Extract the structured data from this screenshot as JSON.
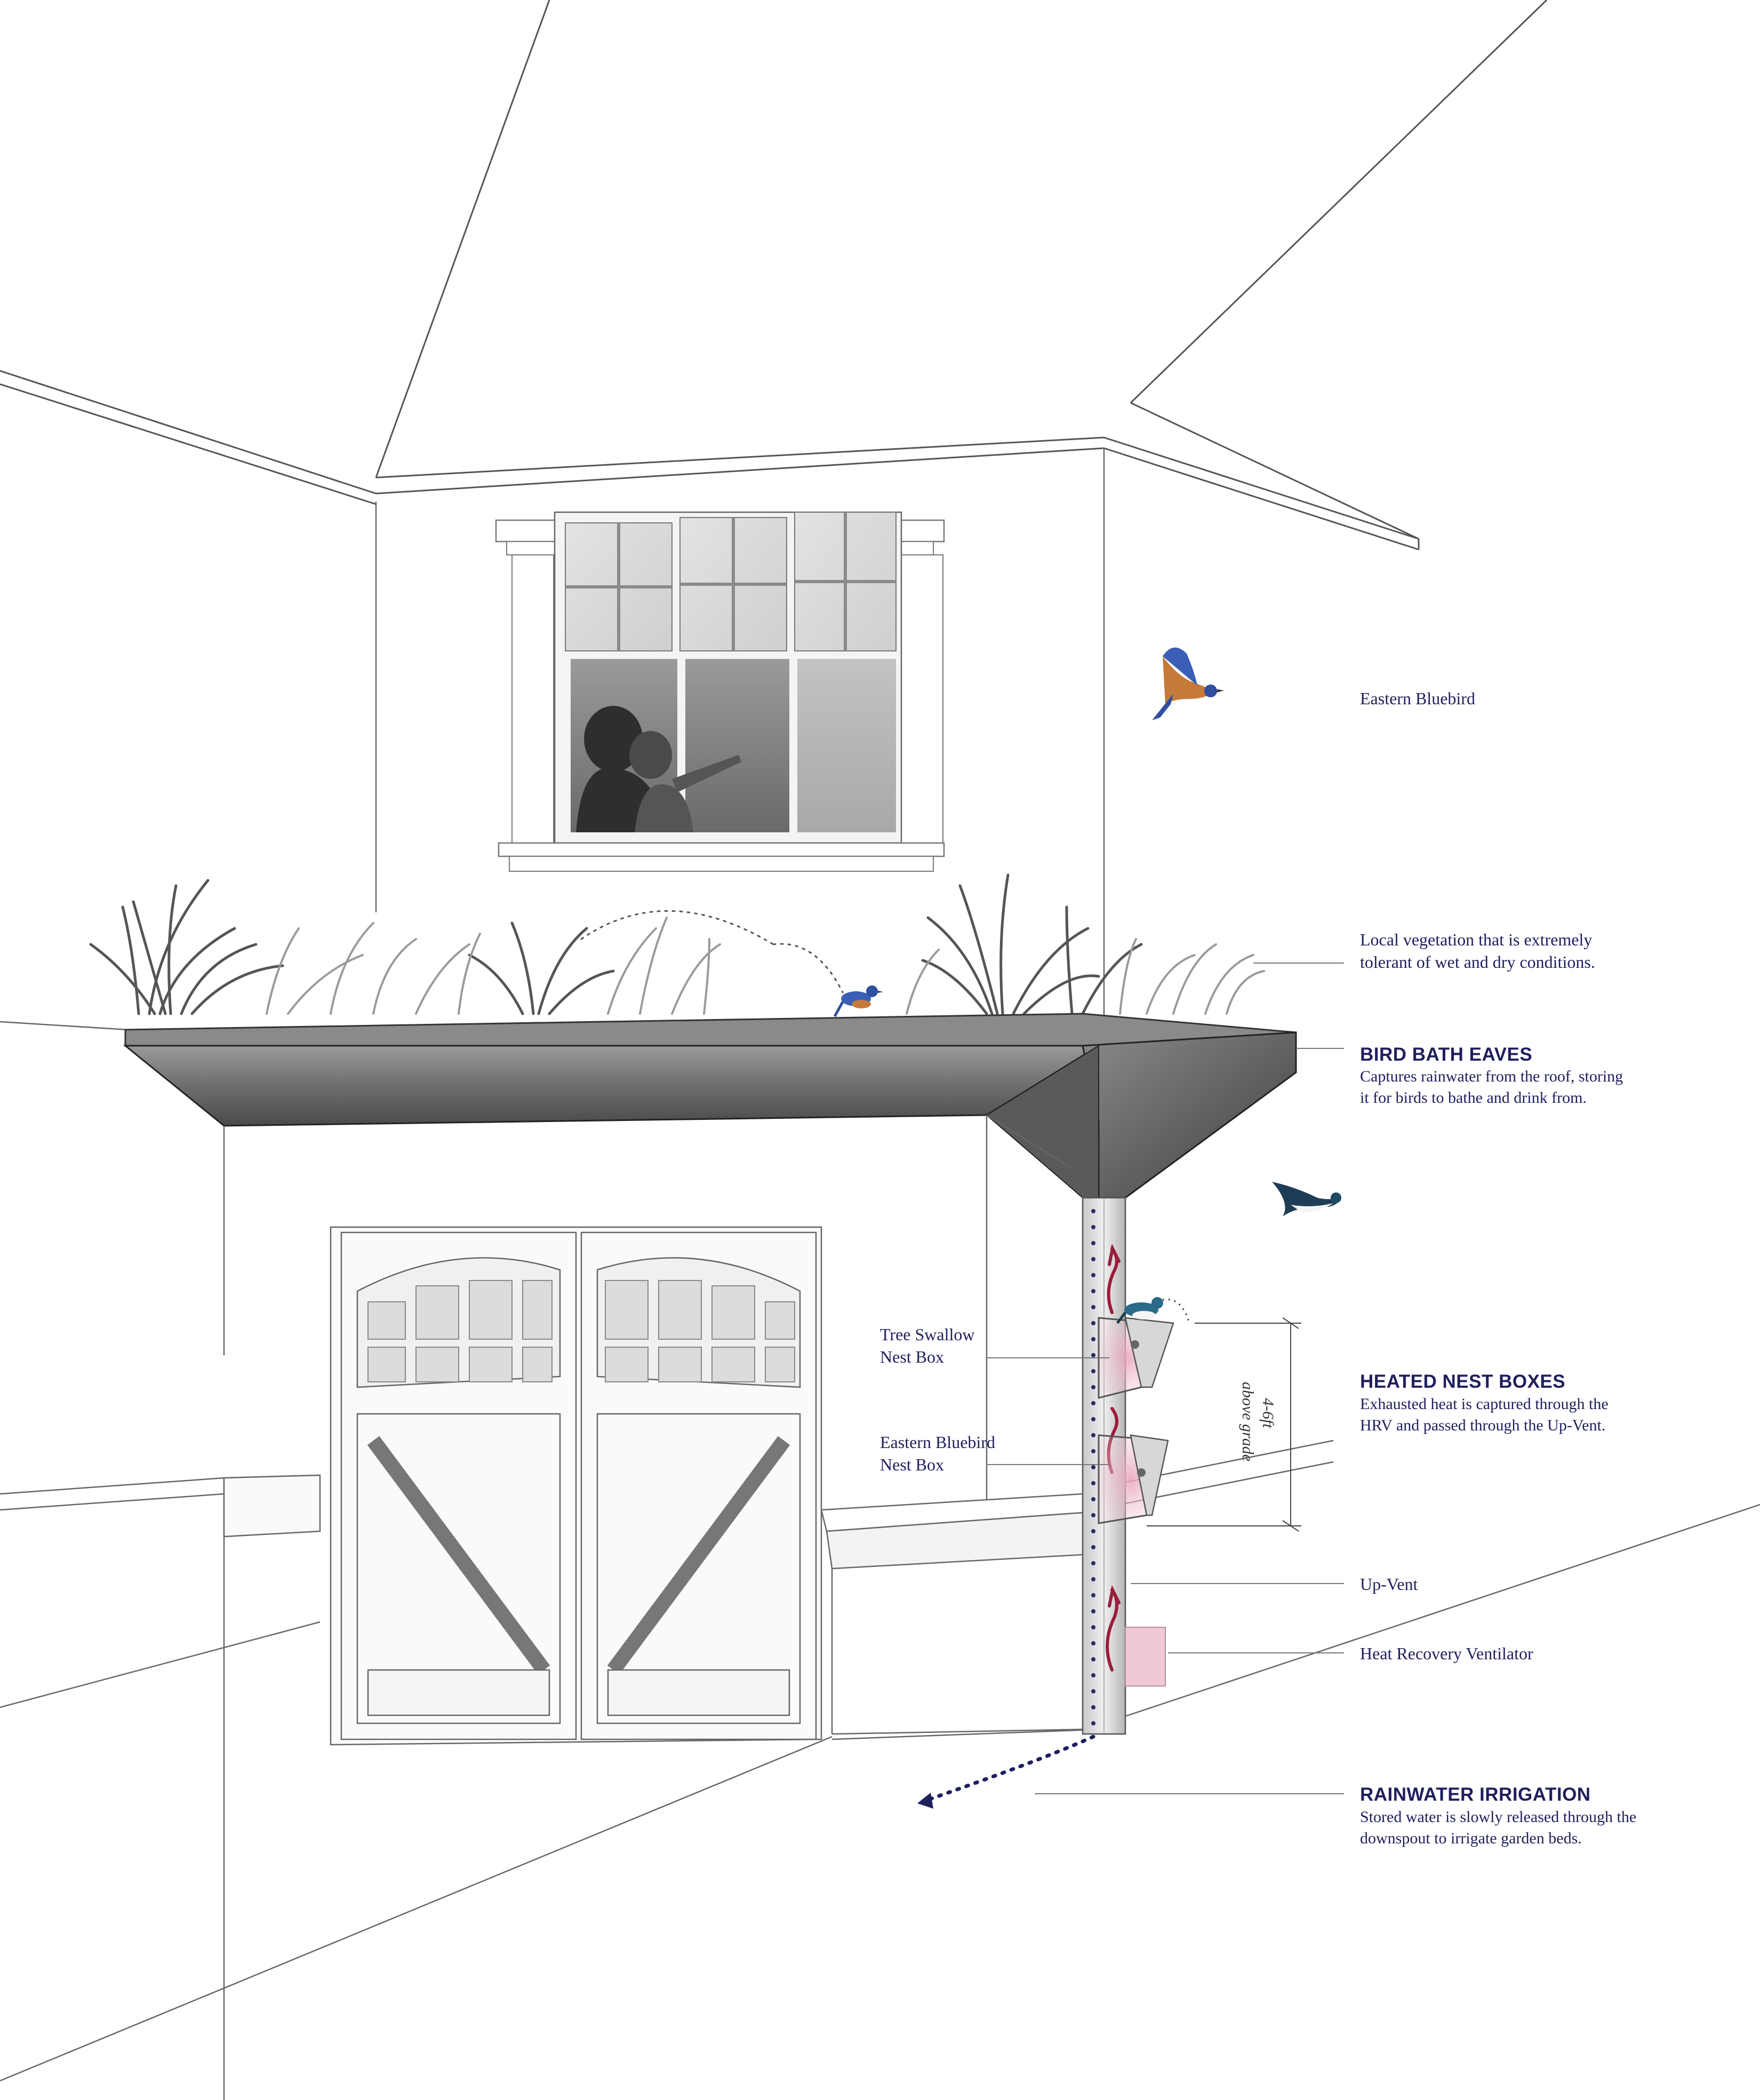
{
  "labels": {
    "eastern_bluebird": "Eastern Bluebird",
    "vegetation": "Local vegetation that is extremely tolerant of wet and dry conditions.",
    "tree_swallow_box": "Tree Swallow Nest Box",
    "bluebird_box": "Eastern Bluebird Nest Box",
    "up_vent": "Up-Vent",
    "hrv": "Heat Recovery Ventilator",
    "dimension_value": "4-6ft",
    "dimension_note": "above grade"
  },
  "sections": {
    "bird_bath": {
      "title": "BIRD BATH EAVES",
      "text": "Captures rainwater from the roof, storing it for birds to bathe and drink from."
    },
    "nest_boxes": {
      "title": "HEATED NEST BOXES",
      "text": "Exhausted heat is captured through the HRV and passed through the Up-Vent."
    },
    "irrigation": {
      "title": "RAINWATER IRRIGATION",
      "text": "Stored water is slowly released through the downspout to irrigate garden beds."
    }
  },
  "colors": {
    "label_text": "#1f1f5e",
    "line": "#333333",
    "eave_dark": "#555555",
    "heat_pink": "#d9a0b3",
    "heat_arrow": "#9b1b3a",
    "irrigation_dots": "#1f1f5e"
  },
  "icons": [
    "bluebird-flying",
    "bluebird-perched",
    "tree-swallow-flying",
    "tree-swallow-perched",
    "people-at-window"
  ]
}
